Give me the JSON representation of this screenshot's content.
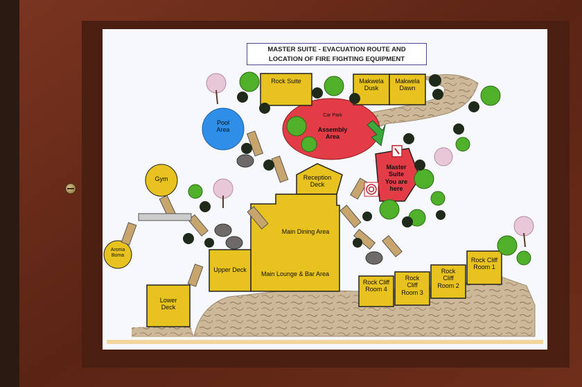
{
  "map": {
    "title": "MASTER SUITE - EVACUATION ROUTE AND\nLOCATION OF FIRE FIGHTING EQUIPMENT",
    "areas": {
      "rock_suite": "Rock Suite",
      "makwela_dusk": "Makwela\nDusk",
      "makwela_dawn": "Makwela\nDawn",
      "car_park": "Car Park",
      "assembly_area": "Assembly\nArea",
      "pool_area": "Pool\nArea",
      "gym": "Gym",
      "reception_deck": "Reception\nDeck",
      "master_suite": "Master\nSuite\nYou are\nhere",
      "main_dining_area": "Main Dining Area",
      "main_lounge_bar": "Main Lounge & Bar Area",
      "aroma_boma": "Aroma\nBoma",
      "upper_deck": "Upper Deck",
      "lower_deck": "Lower\nDeck",
      "rock_cliff_room_1": "Rock Cliff\nRoom 1",
      "rock_cliff_room_2": "Rock\nCliff\nRoom 2",
      "rock_cliff_room_3": "Rock\nCliff\nRoom 3",
      "rock_cliff_room_4": "Rock Cliff\nRoom 4"
    },
    "colors": {
      "building": "#e8c21e",
      "assembly": "#e23c47",
      "pool": "#2f8fe8",
      "frame_wood": "#6a2d1a",
      "rock": "#c9b596"
    }
  }
}
